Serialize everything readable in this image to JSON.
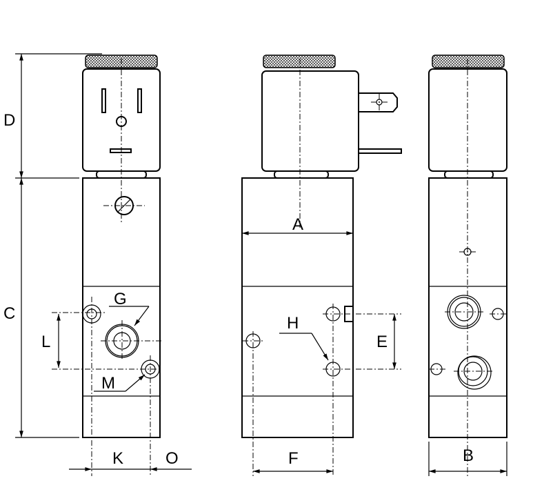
{
  "drawing": {
    "title": "Solenoid valve dimension drawing",
    "labels": {
      "A": "A",
      "B": "B",
      "C": "C",
      "D": "D",
      "E": "E",
      "F": "F",
      "G": "G",
      "H": "H",
      "K": "K",
      "L": "L",
      "M": "M",
      "O": "O"
    }
  }
}
